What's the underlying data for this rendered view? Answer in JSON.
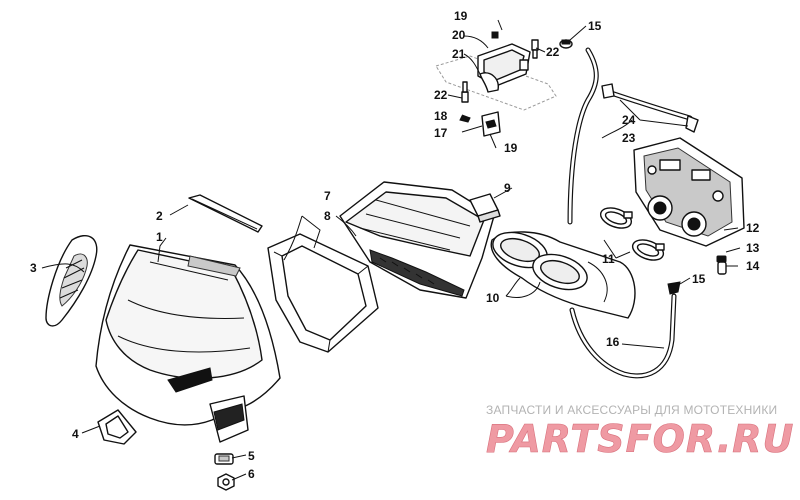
{
  "diagram": {
    "callouts": [
      "1",
      "2",
      "3",
      "4",
      "5",
      "6",
      "7",
      "8",
      "9",
      "10",
      "11",
      "12",
      "13",
      "14",
      "15",
      "15",
      "16",
      "17",
      "18",
      "19",
      "19",
      "20",
      "21",
      "22",
      "22",
      "23",
      "24"
    ]
  },
  "watermark": {
    "caption": "ЗАПЧАСТИ И АКСЕССУАРЫ ДЛЯ МОТОТЕХНИКИ",
    "logo": "PARTSFOR.RU"
  }
}
